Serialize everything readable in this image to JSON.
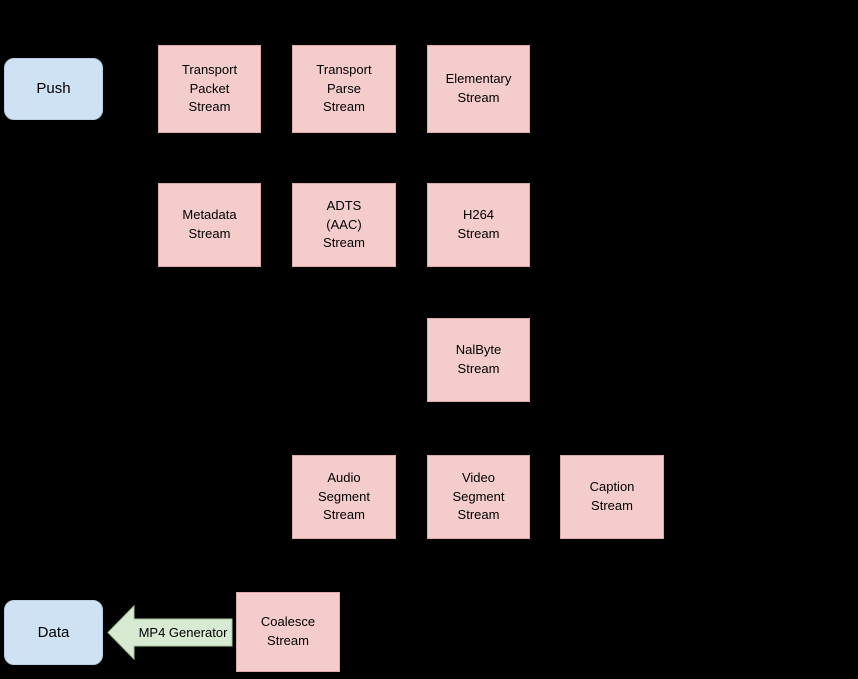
{
  "diagram": {
    "type": "pipeline-flowchart",
    "colors": {
      "background": "#000000",
      "stream_fill": "#f4cccc",
      "terminal_fill": "#cfe2f3",
      "arrow_fill": "#d9ead3",
      "text": "#000000"
    },
    "terminals": [
      {
        "id": "push",
        "label": "Push"
      },
      {
        "id": "data",
        "label": "Data"
      }
    ],
    "streams": [
      {
        "id": "transport-packet-stream",
        "label": "Transport\nPacket\nStream"
      },
      {
        "id": "transport-parse-stream",
        "label": "Transport\nParse\nStream"
      },
      {
        "id": "elementary-stream",
        "label": "Elementary\nStream"
      },
      {
        "id": "metadata-stream",
        "label": "Metadata\nStream"
      },
      {
        "id": "adts-aac-stream",
        "label": "ADTS\n(AAC)\nStream"
      },
      {
        "id": "h264-stream",
        "label": "H264\nStream"
      },
      {
        "id": "nalbyte-stream",
        "label": "NalByte\nStream"
      },
      {
        "id": "audio-segment-stream",
        "label": "Audio\nSegment\nStream"
      },
      {
        "id": "video-segment-stream",
        "label": "Video\nSegment\nStream"
      },
      {
        "id": "caption-stream",
        "label": "Caption\nStream"
      },
      {
        "id": "coalesce-stream",
        "label": "Coalesce\nStream"
      }
    ],
    "arrow": {
      "label": "MP4 Generator",
      "direction": "left"
    }
  }
}
